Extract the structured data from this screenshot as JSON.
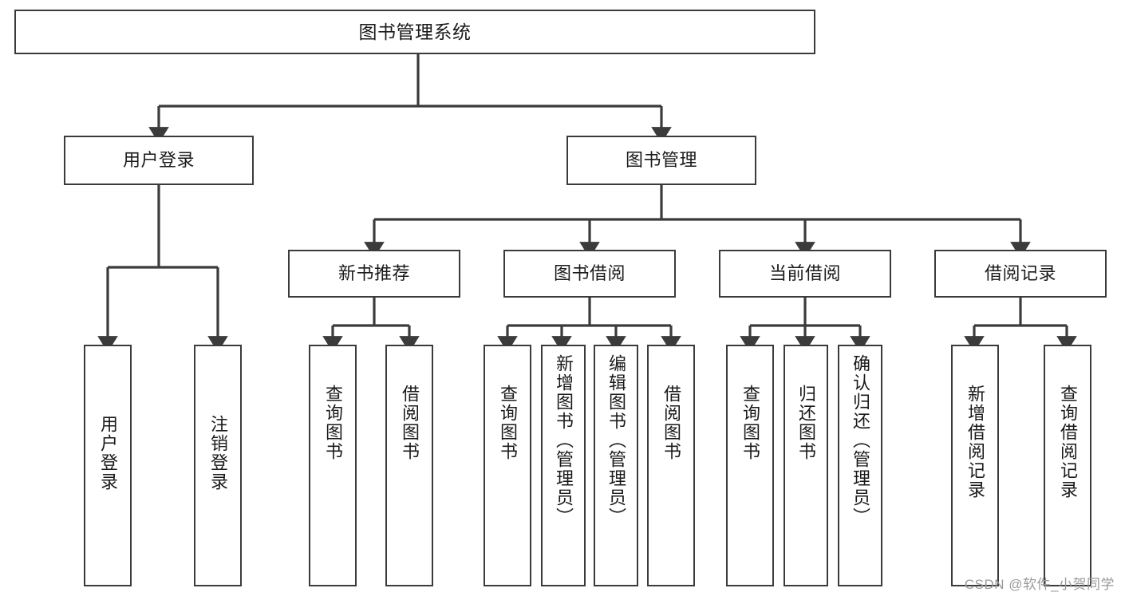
{
  "diagram": {
    "title": "图书管理系统",
    "type": "hierarchy-tree",
    "watermark": "CSDN @软件_小贺同学",
    "colors": {
      "box_border": "#3b3b3b",
      "box_fill": "#ffffff",
      "edge": "#3b3b3b",
      "text": "#1a1a1a",
      "watermark": "#9a9a9a"
    },
    "levels": [
      {
        "level": 1,
        "nodes": [
          {
            "id": "root",
            "label": "图书管理系统",
            "orientation": "horizontal"
          }
        ]
      },
      {
        "level": 2,
        "nodes": [
          {
            "id": "user-login",
            "label": "用户登录",
            "orientation": "horizontal",
            "parent": "root"
          },
          {
            "id": "book-manage",
            "label": "图书管理",
            "orientation": "horizontal",
            "parent": "root"
          }
        ]
      },
      {
        "level": 3,
        "nodes": [
          {
            "id": "new-book-recommend",
            "label": "新书推荐",
            "orientation": "horizontal",
            "parent": "book-manage"
          },
          {
            "id": "book-borrow",
            "label": "图书借阅",
            "orientation": "horizontal",
            "parent": "book-manage"
          },
          {
            "id": "current-borrow",
            "label": "当前借阅",
            "orientation": "horizontal",
            "parent": "book-manage"
          },
          {
            "id": "borrow-record",
            "label": "借阅记录",
            "orientation": "horizontal",
            "parent": "book-manage"
          }
        ]
      },
      {
        "level": 4,
        "nodes": [
          {
            "id": "leaf-user-login",
            "label": "用户登录",
            "orientation": "vertical",
            "parent": "user-login"
          },
          {
            "id": "leaf-logout-login",
            "label": "注销登录",
            "orientation": "vertical",
            "parent": "user-login"
          },
          {
            "id": "leaf-query-book-1",
            "label": "查询图书",
            "orientation": "vertical",
            "parent": "new-book-recommend"
          },
          {
            "id": "leaf-borrow-book-1",
            "label": "借阅图书",
            "orientation": "vertical",
            "parent": "new-book-recommend"
          },
          {
            "id": "leaf-query-book-2",
            "label": "查询图书",
            "orientation": "vertical",
            "parent": "book-borrow"
          },
          {
            "id": "leaf-add-book",
            "label": "新增图书（管理员）",
            "orientation": "vertical",
            "parent": "book-borrow"
          },
          {
            "id": "leaf-edit-book",
            "label": "编辑图书（管理员）",
            "orientation": "vertical",
            "parent": "book-borrow"
          },
          {
            "id": "leaf-borrow-book-2",
            "label": "借阅图书",
            "orientation": "vertical",
            "parent": "book-borrow"
          },
          {
            "id": "leaf-query-book-3",
            "label": "查询图书",
            "orientation": "vertical",
            "parent": "current-borrow"
          },
          {
            "id": "leaf-return-book",
            "label": "归还图书",
            "orientation": "vertical",
            "parent": "current-borrow"
          },
          {
            "id": "leaf-confirm-return",
            "label": "确认归还（管理员）",
            "orientation": "vertical",
            "parent": "current-borrow"
          },
          {
            "id": "leaf-add-record",
            "label": "新增借阅记录",
            "orientation": "vertical",
            "parent": "borrow-record"
          },
          {
            "id": "leaf-query-record",
            "label": "查询借阅记录",
            "orientation": "vertical",
            "parent": "borrow-record"
          }
        ]
      }
    ]
  }
}
